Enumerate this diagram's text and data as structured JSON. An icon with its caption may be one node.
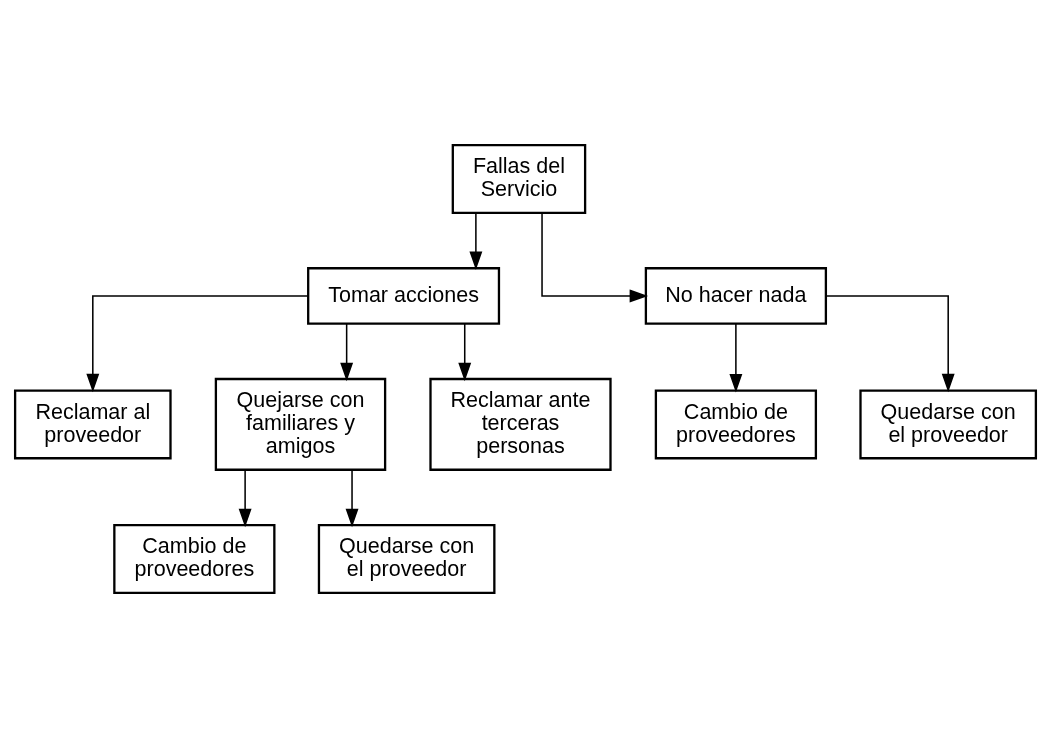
{
  "diagram": {
    "nodes": [
      {
        "text": [
          "Fallas del Servicio"
        ]
      },
      {
        "text": [
          "Tomar acciones"
        ]
      },
      {
        "text": [
          "No hacer nada"
        ]
      },
      {
        "text": [
          "Reclamar al proveedor"
        ]
      },
      {
        "text": [
          "Quejarse con familiares y amigos"
        ]
      },
      {
        "text": [
          "Reclamar ante terceras personas"
        ]
      },
      {
        "text": [
          "Cambio de proveedores"
        ]
      },
      {
        "text": [
          "Quedarse con el proveedor"
        ]
      },
      {
        "text": [
          "Cambio de proveedores"
        ]
      },
      {
        "text": [
          "Quedarse con el proveedor"
        ]
      }
    ],
    "edges": [
      {
        "from": 0,
        "to": 1,
        "arrow": "to"
      },
      {
        "from": 0,
        "to": 2,
        "arrow": "to"
      },
      {
        "from": 1,
        "to": 3,
        "arrow": "to"
      },
      {
        "from": 1,
        "to": 4,
        "arrow": "to"
      },
      {
        "from": 1,
        "to": 5,
        "arrow": "to"
      },
      {
        "from": 2,
        "to": 6,
        "arrow": "to"
      },
      {
        "from": 2,
        "to": 7,
        "arrow": "to"
      },
      {
        "from": 4,
        "to": 8,
        "arrow": "to"
      },
      {
        "from": 4,
        "to": 9,
        "arrow": "to"
      }
    ]
  }
}
